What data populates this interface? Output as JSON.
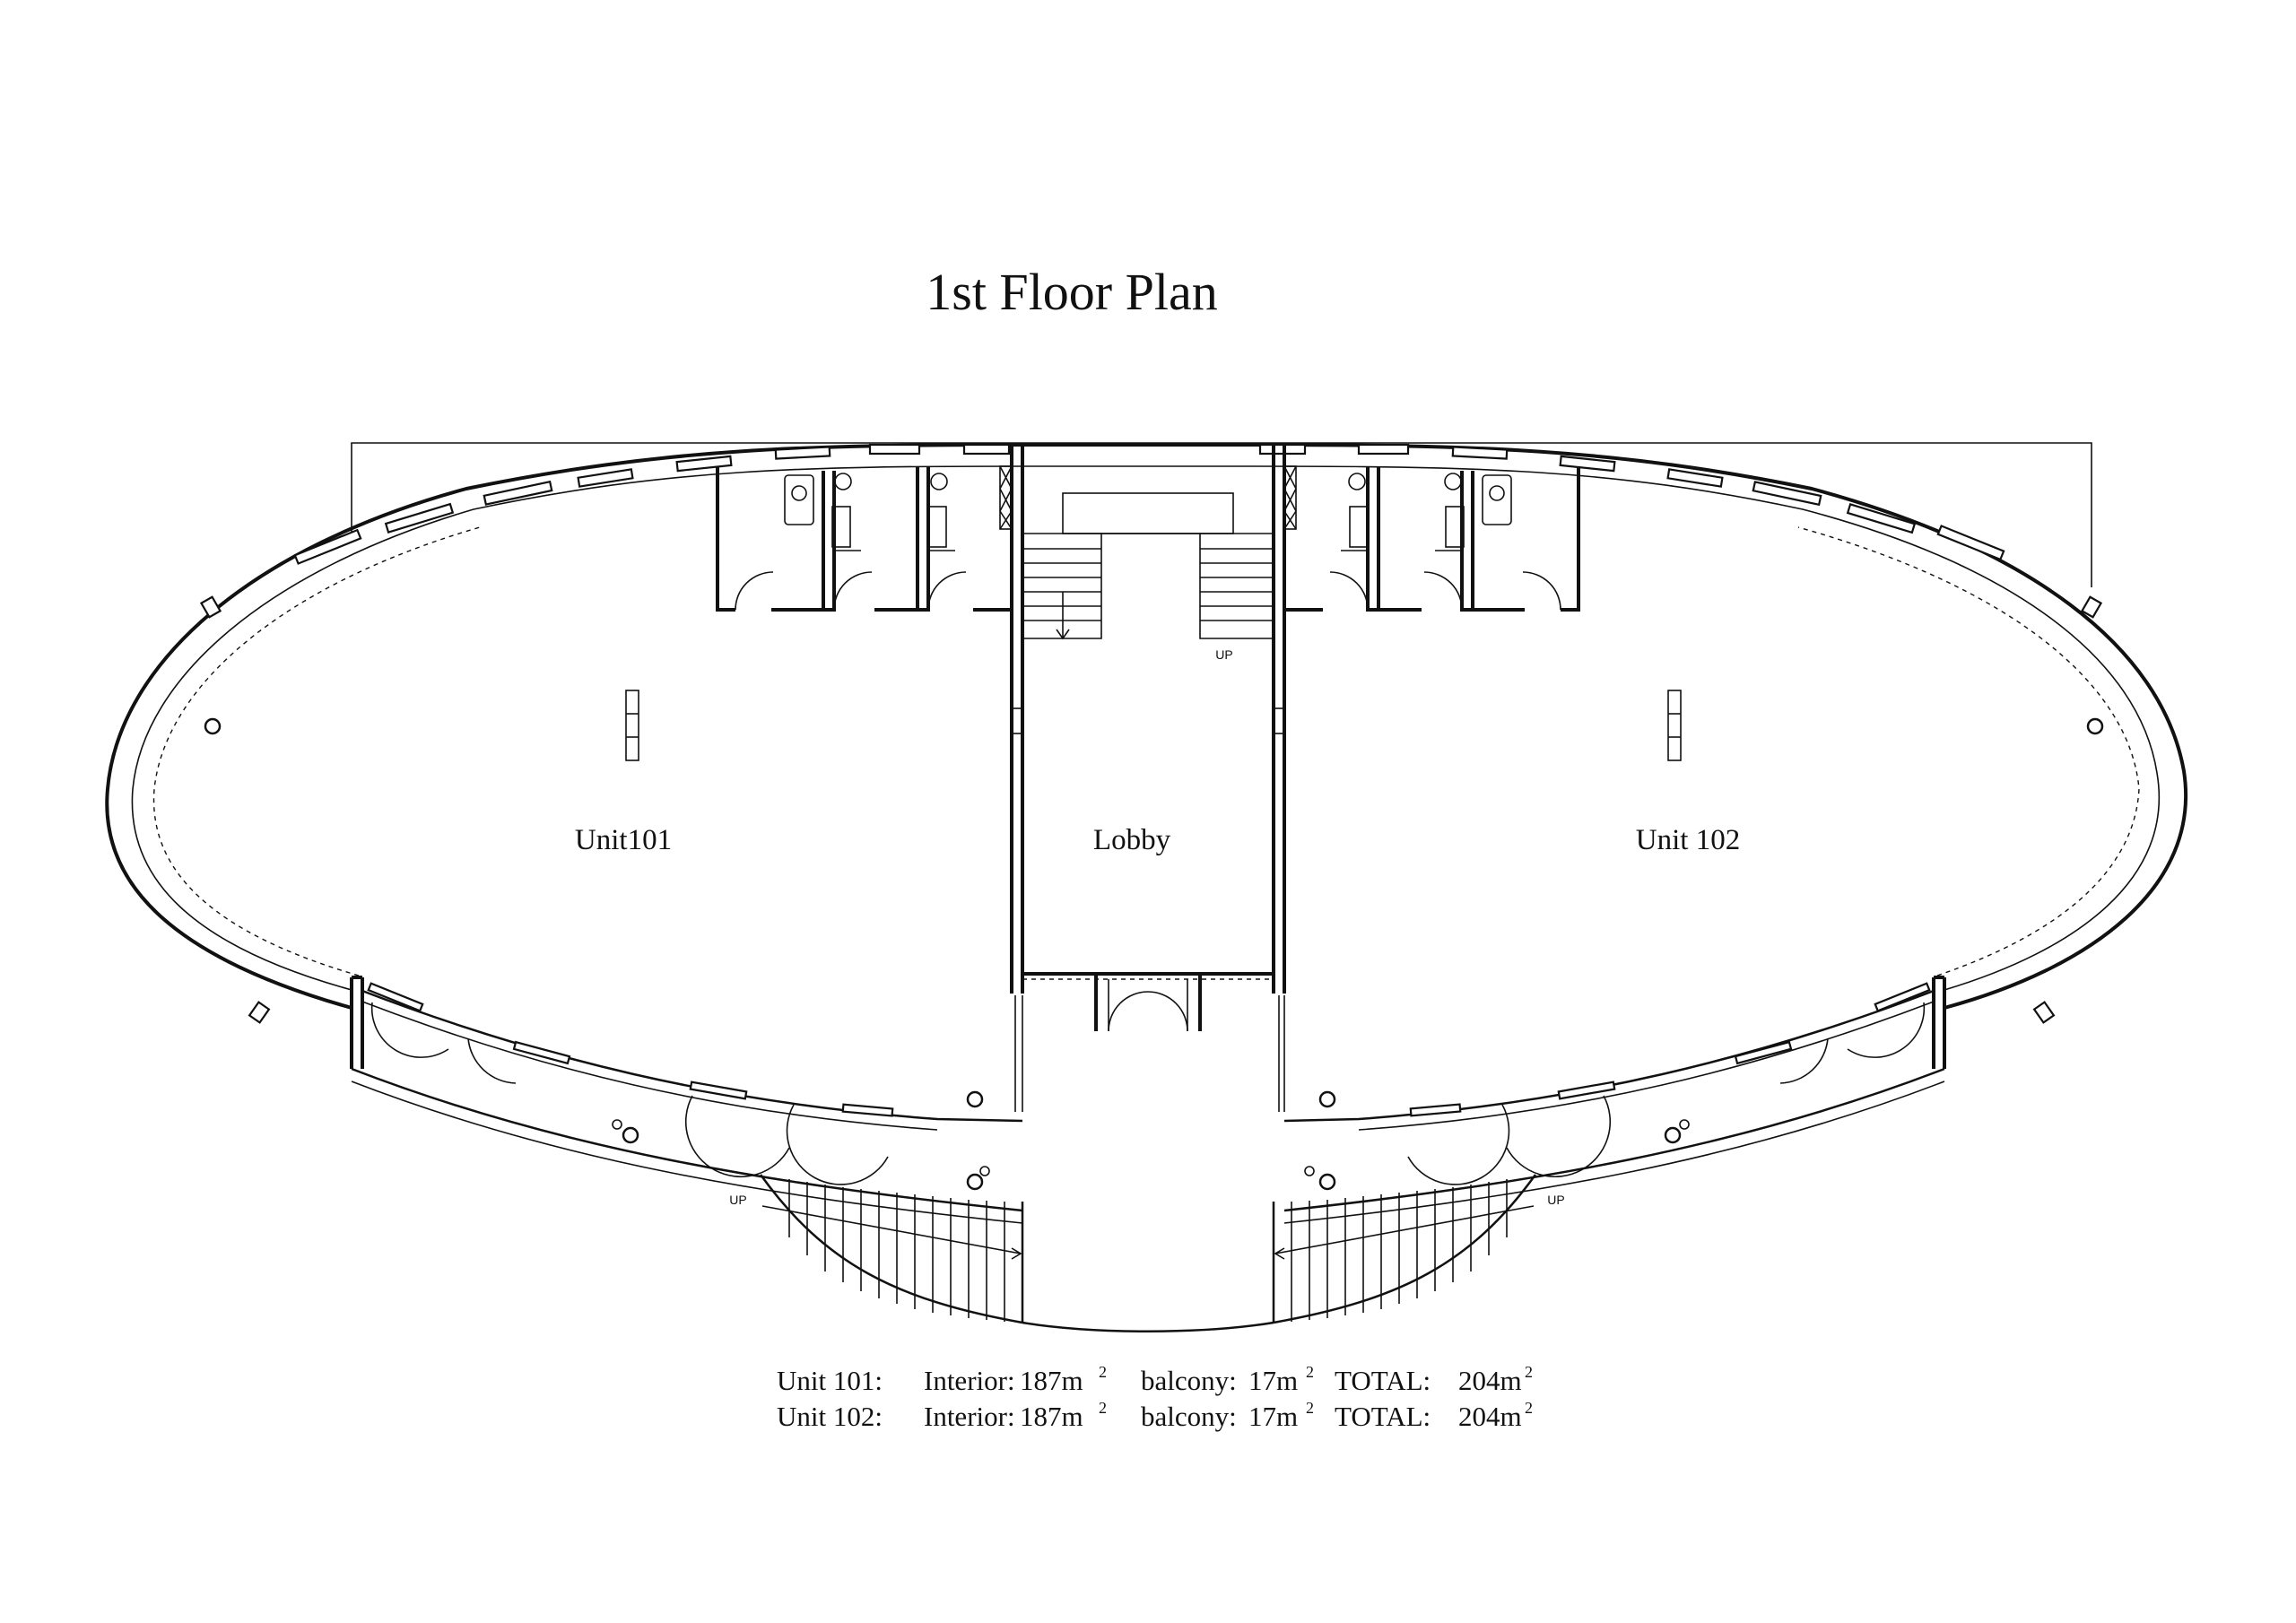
{
  "title": "1st Floor Plan",
  "rooms": {
    "unit_left": "Unit101",
    "lobby": "Lobby",
    "unit_right": "Unit 102"
  },
  "stair_labels": {
    "lobby_stair": "UP",
    "left_exterior_stair": "UP",
    "right_exterior_stair": "UP"
  },
  "area_table": [
    {
      "unit": "Unit 101:",
      "interior_label": "Interior:",
      "interior_value": "187m",
      "balcony_label": "balcony:",
      "balcony_value": "17m",
      "total_label": "TOTAL:",
      "total_value": "204m",
      "unit_power": "2"
    },
    {
      "unit": "Unit 102:",
      "interior_label": "Interior:",
      "interior_value": "187m",
      "balcony_label": "balcony:",
      "balcony_value": "17m",
      "total_label": "TOTAL:",
      "total_value": "204m",
      "unit_power": "2"
    }
  ],
  "colors": {
    "ink": "#111111",
    "paper": "#ffffff"
  }
}
